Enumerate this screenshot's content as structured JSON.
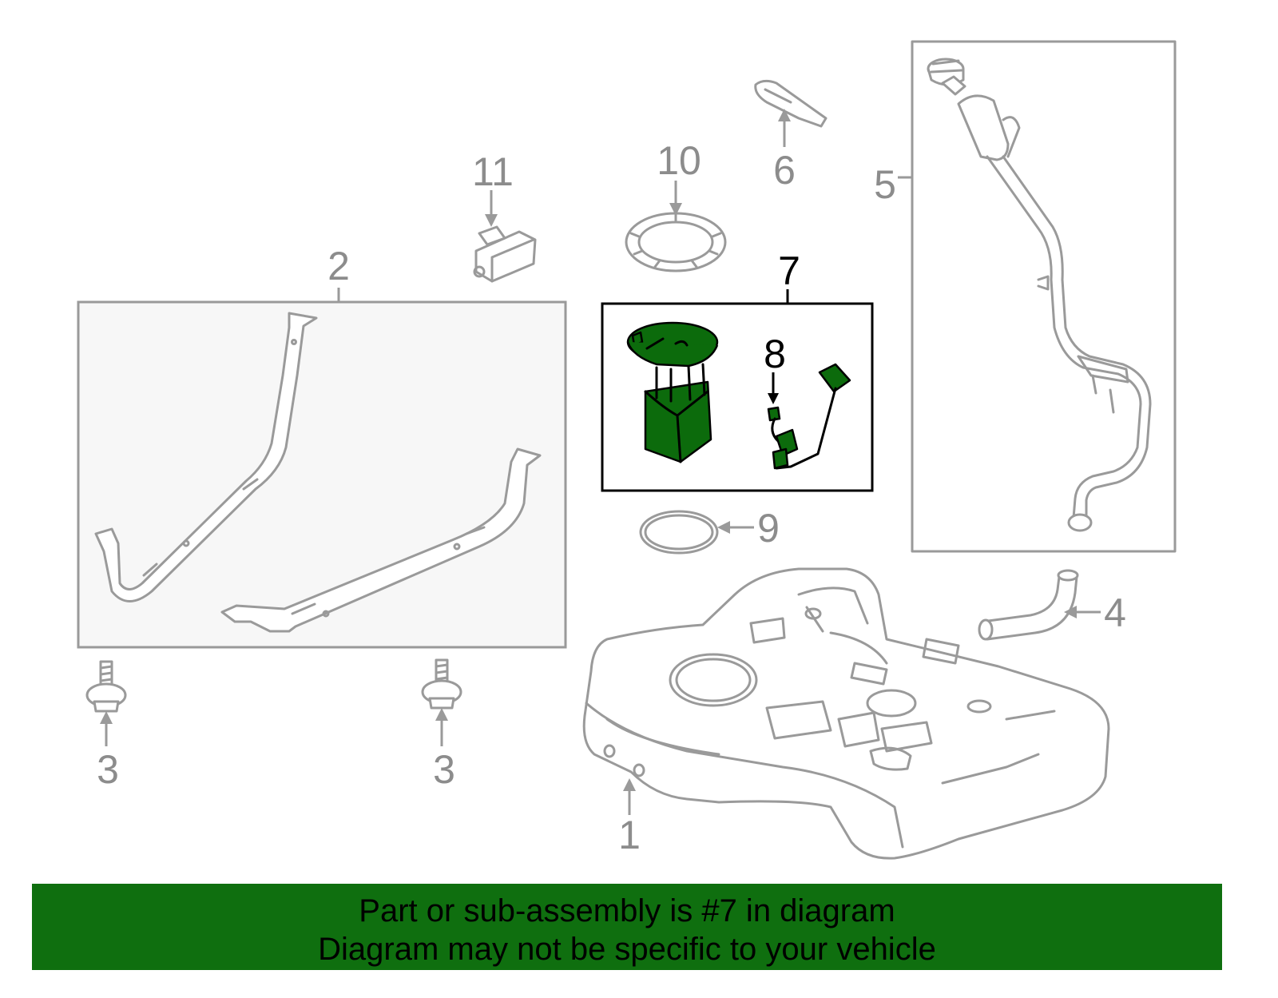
{
  "callouts": {
    "c1": "1",
    "c2": "2",
    "c3a": "3",
    "c3b": "3",
    "c4": "4",
    "c5": "5",
    "c6": "6",
    "c7": "7",
    "c8": "8",
    "c9": "9",
    "c10": "10",
    "c11": "11"
  },
  "banner": {
    "line1": "Part or sub-assembly is #7 in diagram",
    "line2": "Diagram may not be specific to your vehicle"
  },
  "colors": {
    "highlight": "#0c6b0c",
    "banner": "#0f6f0f",
    "line_art": "#9a9a9a"
  }
}
